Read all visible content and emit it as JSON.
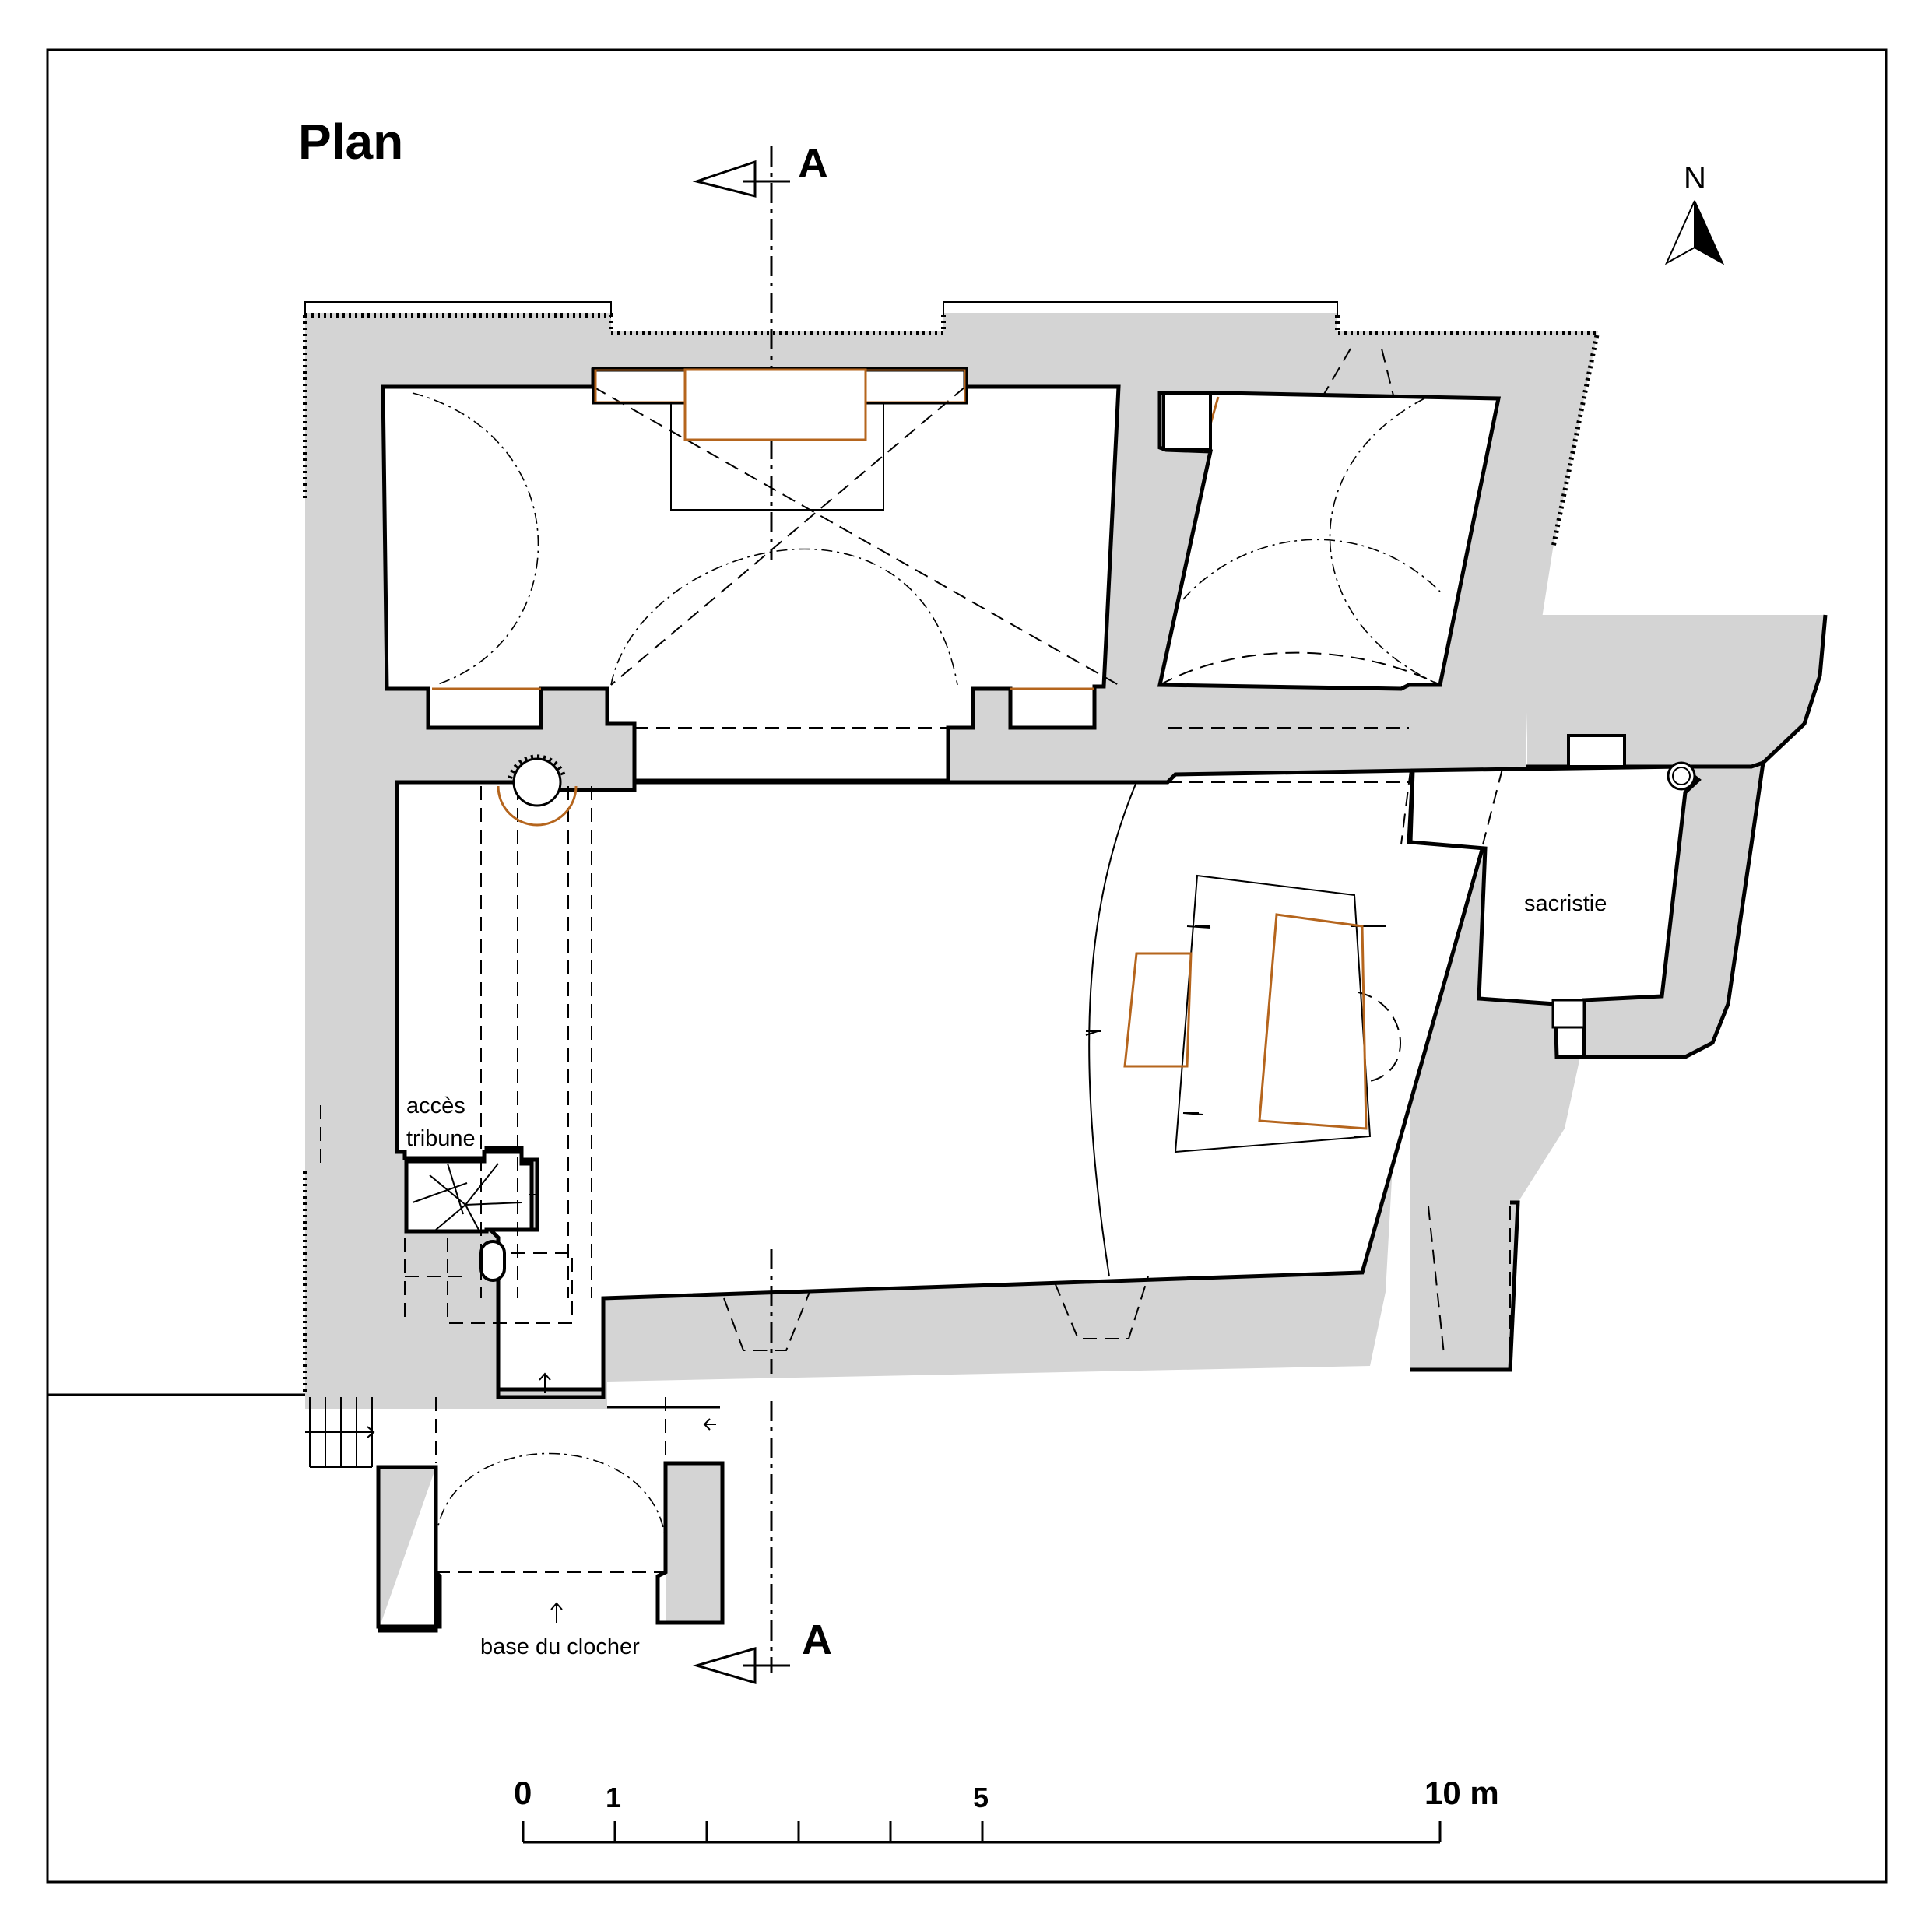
{
  "title": "Plan",
  "section_marks": [
    "A",
    "A"
  ],
  "north_label": "N",
  "rooms": {
    "sacristie": "sacristie",
    "acces_tribune": [
      "accès",
      "tribune"
    ],
    "base_clocher": "base du clocher"
  },
  "scale": {
    "labels": [
      "0",
      "1",
      "5",
      "10 m"
    ],
    "unit": "m"
  },
  "colors": {
    "wall": "#d4d4d4",
    "line": "#000000",
    "furnishing": "#b5651d"
  }
}
